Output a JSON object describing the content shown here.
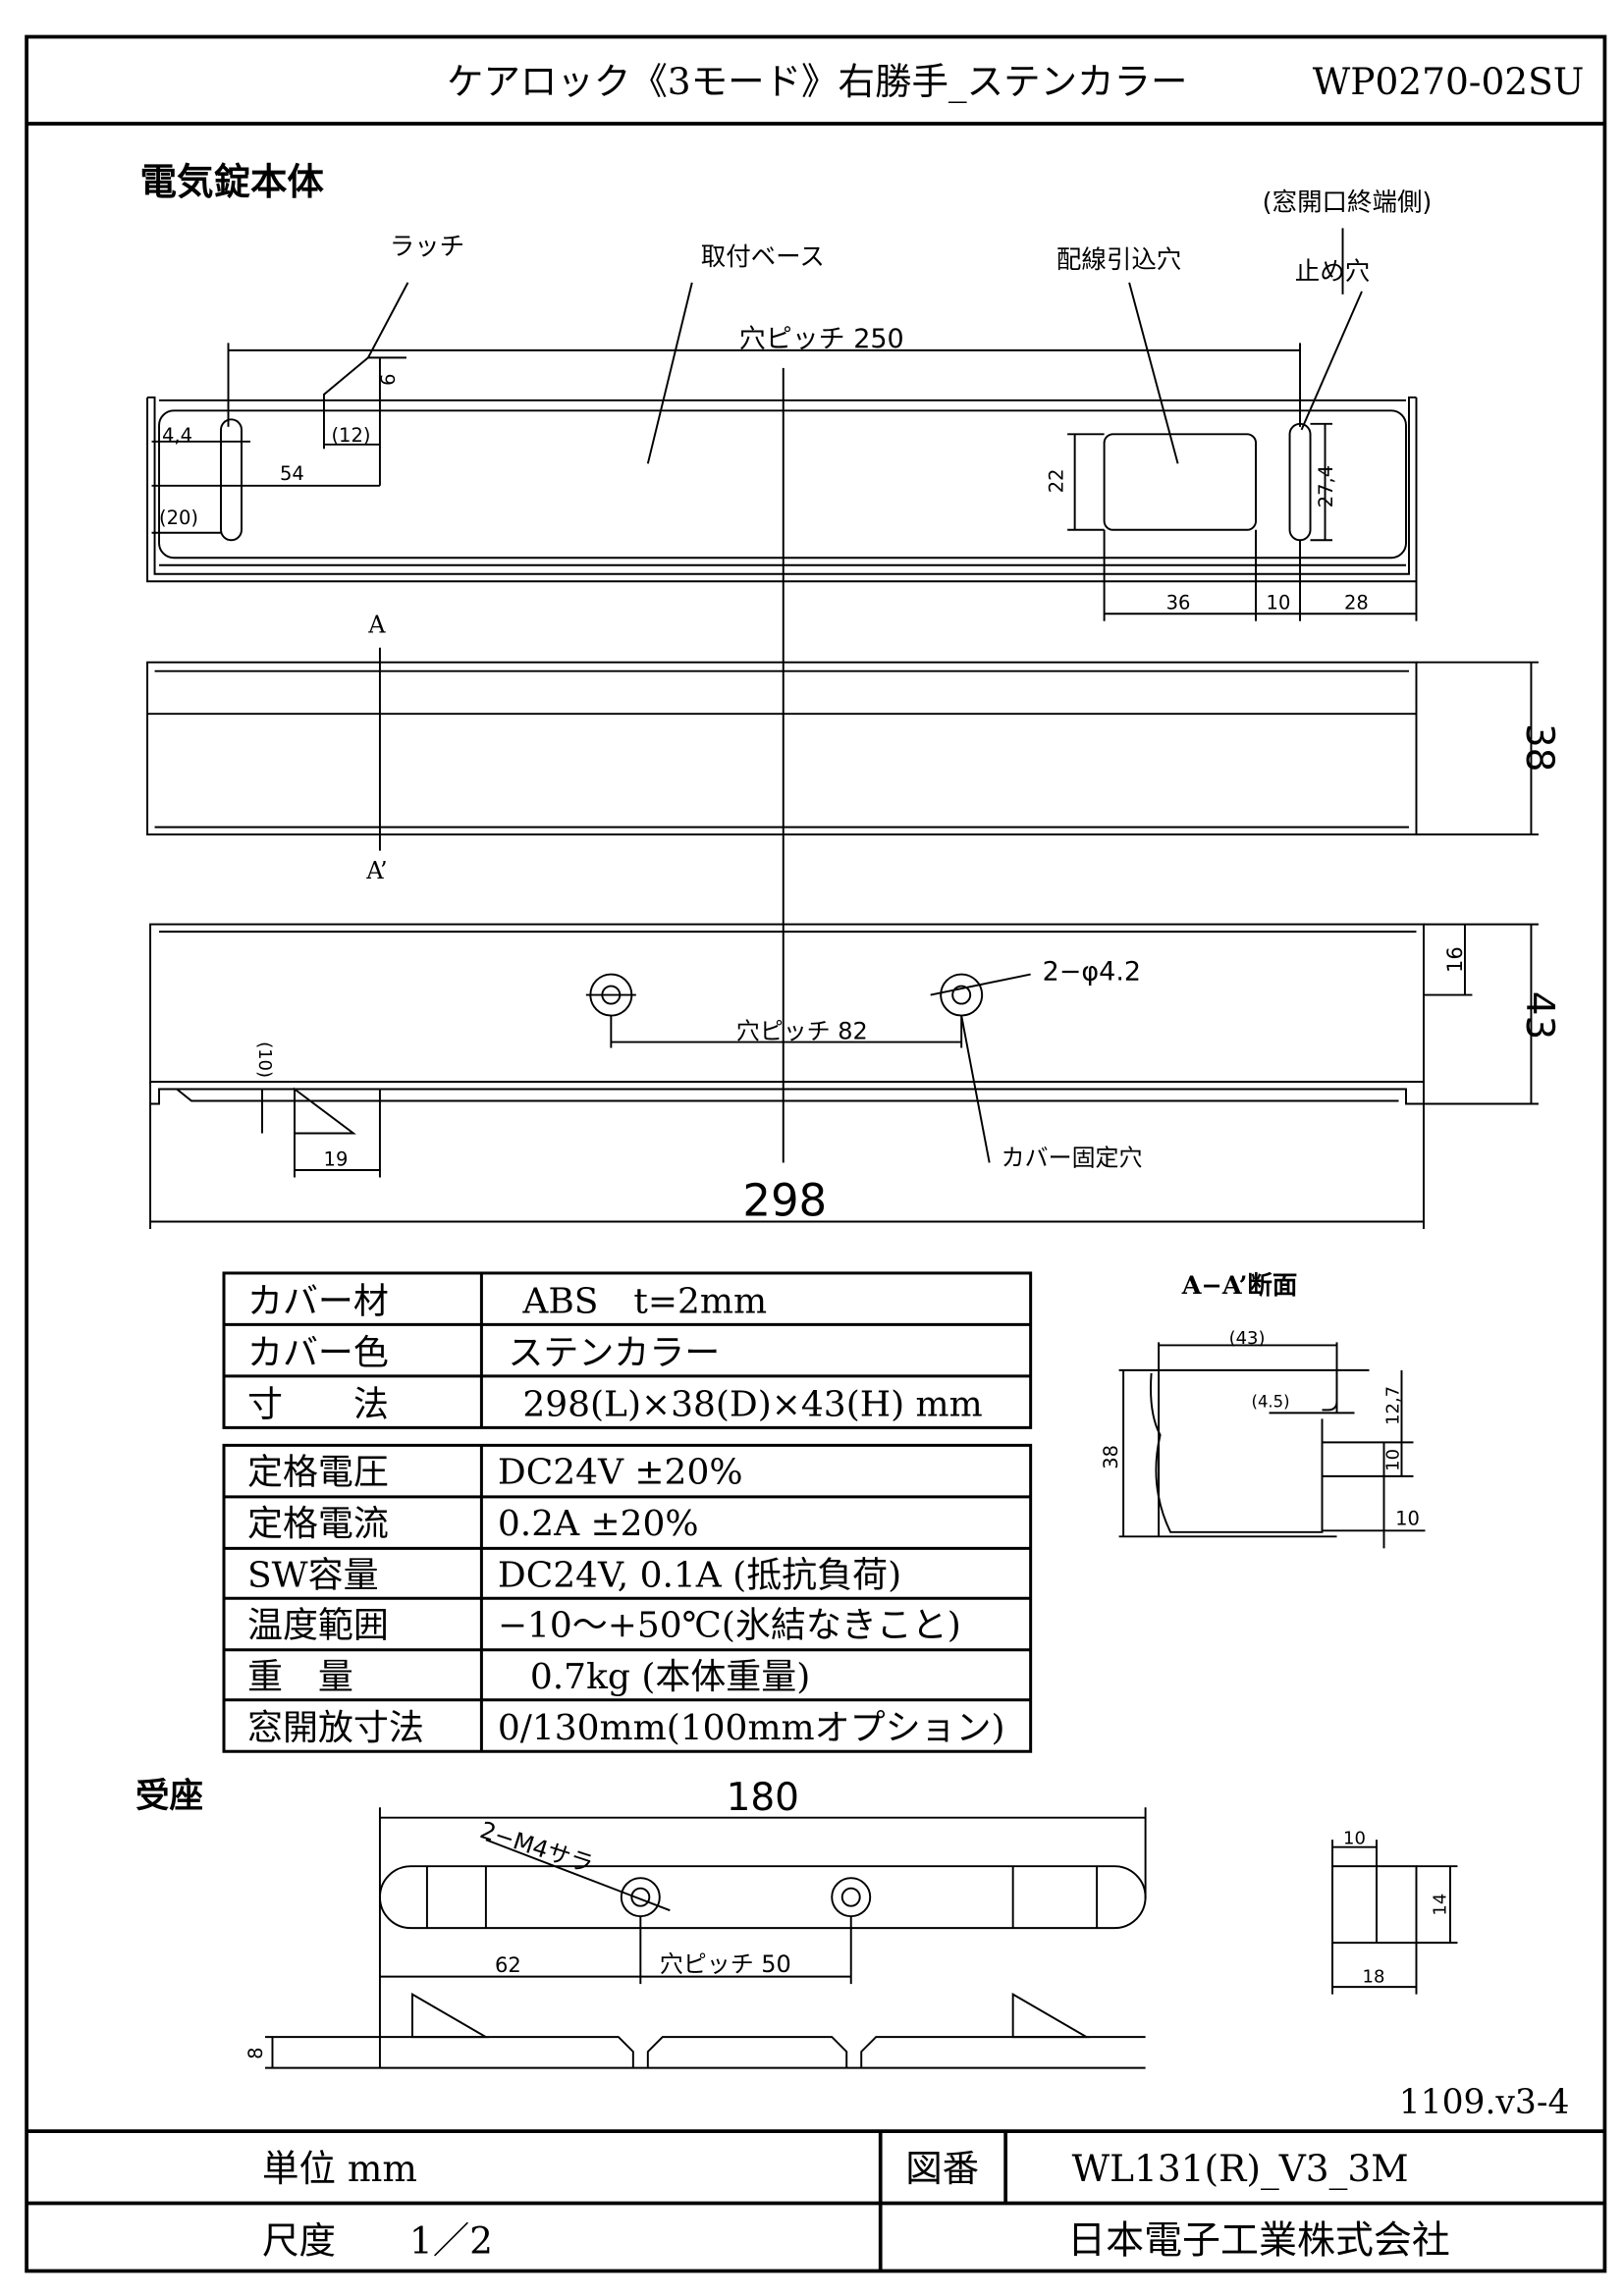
{
  "title": "ケアロック《3モード》右勝手_ステンカラー",
  "model": "WP0270-02SU",
  "section_main": "電気錠本体",
  "labels": {
    "latch": "ラッチ",
    "base": "取付ベース",
    "wiring_hole": "配線引込穴",
    "stop_hole": "止め穴",
    "window_end": "(窓開口終端側)",
    "pitch_250": "穴ピッチ 250",
    "pitch_82": "穴ピッチ 82",
    "hole_phi": "2−φ4.2",
    "cover_hole": "カバー固定穴",
    "a": "A",
    "a_prime": "A’",
    "section_aa": "A−A’断面"
  },
  "dims": {
    "d6": "6",
    "d12": "(12)",
    "d44": "4,4",
    "d54": "54",
    "d20": "(20)",
    "d22": "22",
    "d274": "27,4",
    "d36": "36",
    "d10": "10",
    "d28": "28",
    "d38": "38",
    "d43": "43",
    "d16": "16",
    "d10b": "(10)",
    "d19": "19",
    "d298": "298",
    "s43": "(43)",
    "s45": "(4.5)",
    "s127": "12,7",
    "s10a": "10",
    "s10b": "10",
    "s38": "38"
  },
  "spec_table_1": [
    {
      "label": "カバー材",
      "value": "ABS　t=2mm"
    },
    {
      "label": "カバー色",
      "value": "ステンカラー"
    },
    {
      "label": "寸　　法",
      "value": "298(L)×38(D)×43(H) mm"
    }
  ],
  "spec_table_2": [
    {
      "label": "定格電圧",
      "value": "DC24V ±20%"
    },
    {
      "label": "定格電流",
      "value": "0.2A ±20%"
    },
    {
      "label": "SW容量",
      "value": "DC24V, 0.1A (抵抗負荷)"
    },
    {
      "label": "温度範囲",
      "value": "−10〜+50℃(氷結なきこと)"
    },
    {
      "label": "重　量",
      "value": "0.7kg (本体重量)"
    },
    {
      "label": "窓開放寸法",
      "value": "0/130mm(100mmオプション)"
    }
  ],
  "receiver": {
    "title": "受座",
    "d180": "180",
    "screw": "2−M4サラ",
    "d62": "62",
    "pitch_50": "穴ピッチ 50",
    "d8": "8",
    "d10": "10",
    "d14": "14",
    "d18": "18"
  },
  "revision": "1109.v3-4",
  "footer": {
    "unit": "単位 mm",
    "scale": "尺度　　1／2",
    "drawing_no_label": "図番",
    "drawing_no": "WL131(R)_V3_3M",
    "company": "日本電子工業株式会社"
  }
}
